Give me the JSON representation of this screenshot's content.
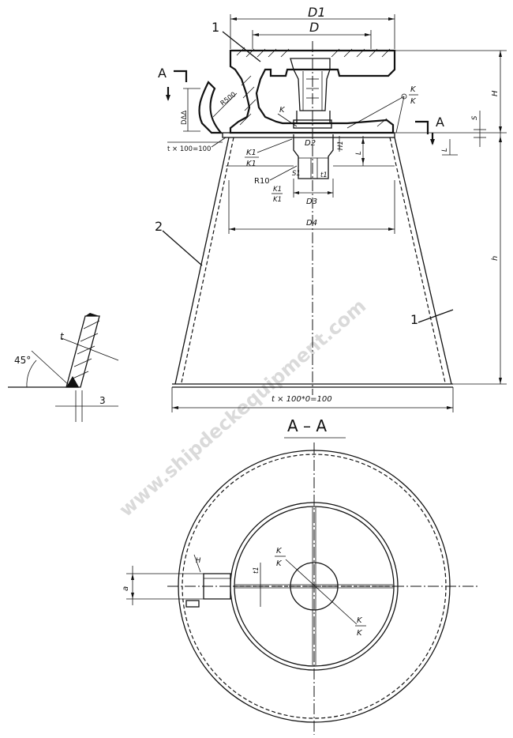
{
  "labels": {
    "d1": "D1",
    "d": "D",
    "callout_1_top": "1",
    "callout_2": "2",
    "callout_1_right": "1",
    "k_num": "K",
    "k_den": "K",
    "k_small": "K",
    "k1_num": "K1",
    "k1_den": "K1",
    "k1_num_b": "K1",
    "k1_den_b": "K1",
    "section_marker": "A",
    "section_marker_right": "A",
    "dim_r500": "R500",
    "dim_d": "DΔΔ",
    "dim_t100": "t × 100=100",
    "dim_h_upper": "H",
    "dim_s": "S",
    "dim_l_small": "L",
    "dim_l": "L",
    "dim_h_lower": "h",
    "dim_d2": "D2",
    "dim_h1": "H1",
    "dim_r10": "R10",
    "dim_s1": "S1",
    "dim_t1": "t1",
    "dim_d3": "D3",
    "dim_d4": "D4",
    "dim_t100_bottom": "t × 100*0=100",
    "weld_t": "t",
    "weld_45": "45°",
    "weld_3": "3",
    "section_title": "A – A",
    "plan_kk_num": "K",
    "plan_kk_den": "K",
    "plan_kk2_num": "K",
    "plan_kk2_den": "K",
    "plan_t1": "t1",
    "plan_a": "a",
    "plan_h": "H",
    "watermark": "www.shipdeckequipment.com"
  }
}
